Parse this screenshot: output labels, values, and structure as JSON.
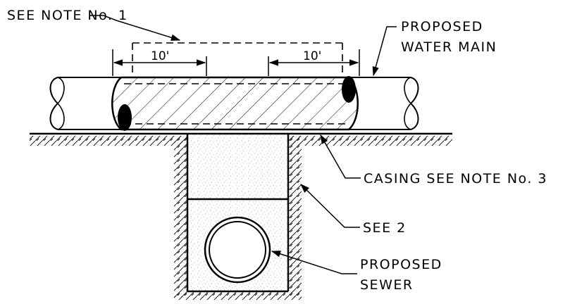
{
  "labels": {
    "see_note_1": "SEE NOTE No. 1",
    "proposed_water_main_line1": "PROPOSED",
    "proposed_water_main_line2": "WATER MAIN",
    "casing_note": "CASING SEE NOTE No. 3",
    "see_2": "SEE 2",
    "proposed_sewer_line1": "PROPOSED",
    "proposed_sewer_line2": "SEWER"
  },
  "dimensions": {
    "left_extension": "10'",
    "right_extension": "10'"
  },
  "colors": {
    "ink": "#000000",
    "background": "#ffffff",
    "fill_stipple": "#888888"
  }
}
